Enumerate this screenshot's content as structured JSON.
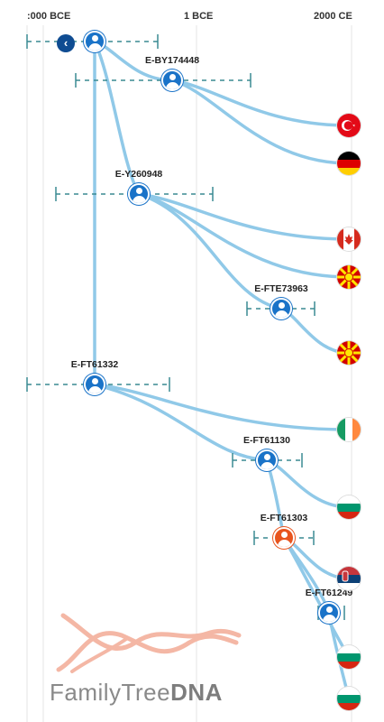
{
  "axis": {
    "labels": [
      ":000 BCE",
      "1 BCE",
      "2000 CE"
    ]
  },
  "colors": {
    "branch": "#90c9e8",
    "node": "#1a73c8",
    "selected_node": "#e8541e",
    "range_line": "#3a8a92",
    "grid": "#e4e4e4"
  },
  "nodes": [
    {
      "id": "root",
      "label": ""
    },
    {
      "id": "E-BY174448",
      "label": "E-BY174448"
    },
    {
      "id": "E-Y260948",
      "label": "E-Y260948"
    },
    {
      "id": "E-FTE73963",
      "label": "E-FTE73963"
    },
    {
      "id": "E-FT61332",
      "label": "E-FT61332"
    },
    {
      "id": "E-FT61130",
      "label": "E-FT61130"
    },
    {
      "id": "E-FT61303",
      "label": "E-FT61303"
    },
    {
      "id": "E-FT61249",
      "label": "E-FT61249"
    }
  ],
  "flags": [
    "turkey",
    "germany",
    "canada",
    "north-macedonia",
    "north-macedonia",
    "ireland",
    "bulgaria",
    "serbia",
    "bulgaria",
    "bulgaria"
  ],
  "back_icon": "chevron-left-icon",
  "brand": {
    "light": "FamilyTree",
    "bold": "DNA"
  }
}
